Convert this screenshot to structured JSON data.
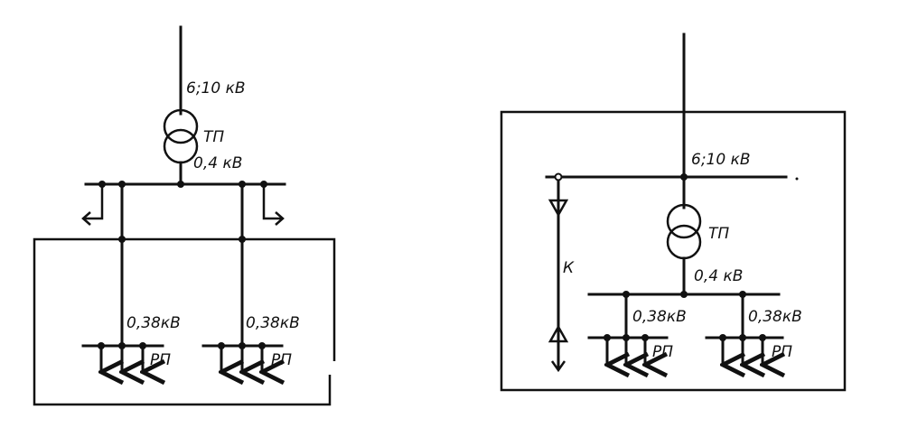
{
  "left_scheme": {
    "hv_label": "6;10 кВ",
    "tp_label": "ТП",
    "lv_label": "0,4 кВ",
    "feeder1_label": "0,38кВ",
    "feeder2_label": "0,38кВ",
    "rp1_label": "РП",
    "rp2_label": "РП"
  },
  "right_scheme": {
    "hv_label": "6;10 кВ",
    "tp_label": "ТП",
    "lv_label": "0,4 кВ",
    "cable_label": "К",
    "feeder1_label": "0,38кВ",
    "feeder2_label": "0,38кВ",
    "rp1_label": "РП",
    "rp2_label": "РП"
  }
}
